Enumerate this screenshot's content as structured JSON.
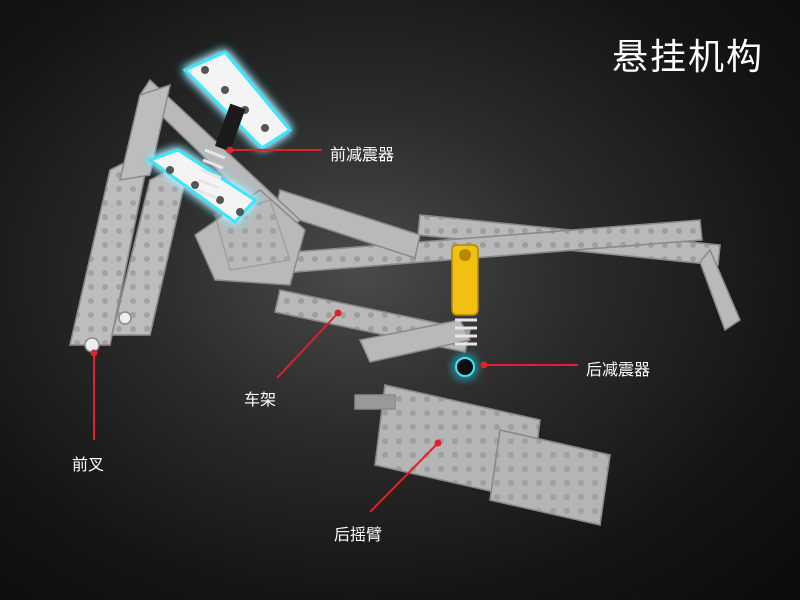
{
  "title": "悬挂机构",
  "labels": {
    "front_shock": "前减震器",
    "rear_shock": "后减震器",
    "frame": "车架",
    "front_fork": "前叉",
    "rear_swingarm": "后摇臂"
  },
  "colors": {
    "background": "#111111",
    "callout_line": "#e0202a",
    "glow": "#39e6ff",
    "beam": "#bfbfbf",
    "rear_shock_body": "#f2c012",
    "text": "#ffffff"
  }
}
